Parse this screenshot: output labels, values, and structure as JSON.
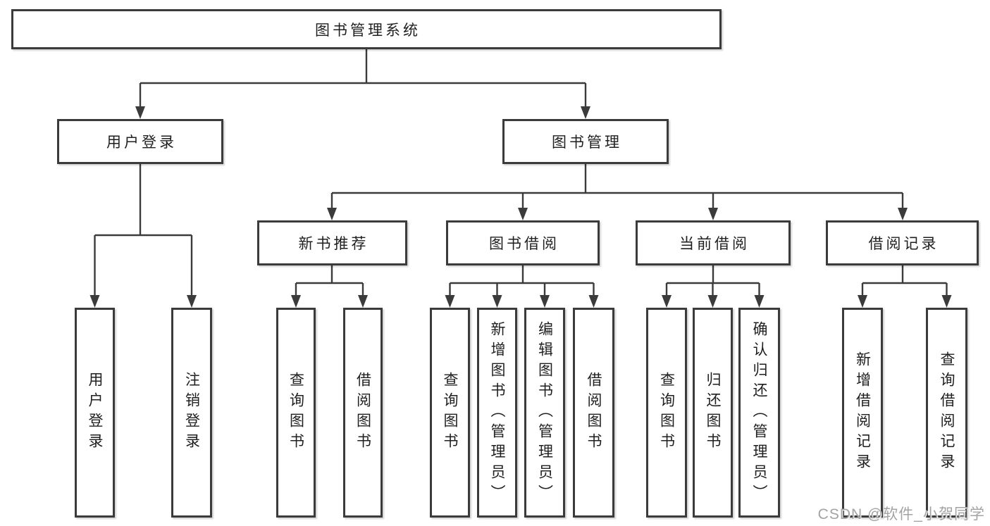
{
  "diagram": {
    "title": "图书管理系统",
    "nodes": {
      "root": {
        "label": "图书管理系统"
      },
      "level2": [
        {
          "id": "user-login",
          "label": "用户登录"
        },
        {
          "id": "book-management",
          "label": "图书管理"
        }
      ],
      "level3": [
        {
          "id": "new-book-recommend",
          "label": "新书推荐",
          "parent": "book-management"
        },
        {
          "id": "book-borrowing",
          "label": "图书借阅",
          "parent": "book-management"
        },
        {
          "id": "current-borrowing",
          "label": "当前借阅",
          "parent": "book-management"
        },
        {
          "id": "borrowing-records",
          "label": "借阅记录",
          "parent": "book-management"
        }
      ],
      "leaves": [
        {
          "id": "user-login-leaf",
          "label": "用户登录",
          "parent": "user-login"
        },
        {
          "id": "logout",
          "label": "注销登录",
          "parent": "user-login"
        },
        {
          "id": "query-books-1",
          "label": "查询图书",
          "parent": "new-book-recommend"
        },
        {
          "id": "borrow-books-1",
          "label": "借阅图书",
          "parent": "new-book-recommend"
        },
        {
          "id": "query-books-2",
          "label": "查询图书",
          "parent": "book-borrowing"
        },
        {
          "id": "add-book-admin",
          "label": "新增图书（管理员）",
          "parent": "book-borrowing"
        },
        {
          "id": "edit-book-admin",
          "label": "编辑图书（管理员）",
          "parent": "book-borrowing"
        },
        {
          "id": "borrow-books-2",
          "label": "借阅图书",
          "parent": "book-borrowing"
        },
        {
          "id": "query-books-3",
          "label": "查询图书",
          "parent": "current-borrowing"
        },
        {
          "id": "return-books",
          "label": "归还图书",
          "parent": "current-borrowing"
        },
        {
          "id": "confirm-return-admin",
          "label": "确认归还（管理员）",
          "parent": "current-borrowing"
        },
        {
          "id": "add-borrow-record",
          "label": "新增借阅记录",
          "parent": "borrowing-records"
        },
        {
          "id": "query-borrow-record",
          "label": "查询借阅记录",
          "parent": "borrowing-records"
        }
      ]
    }
  },
  "watermark": {
    "text": "CSDN @软件_小贺同学"
  },
  "colors": {
    "line": "#3b3b3b",
    "border": "#3b3b3b",
    "text": "#1f1f1f",
    "background": "#ffffff",
    "watermark": "#a3a3a3"
  }
}
